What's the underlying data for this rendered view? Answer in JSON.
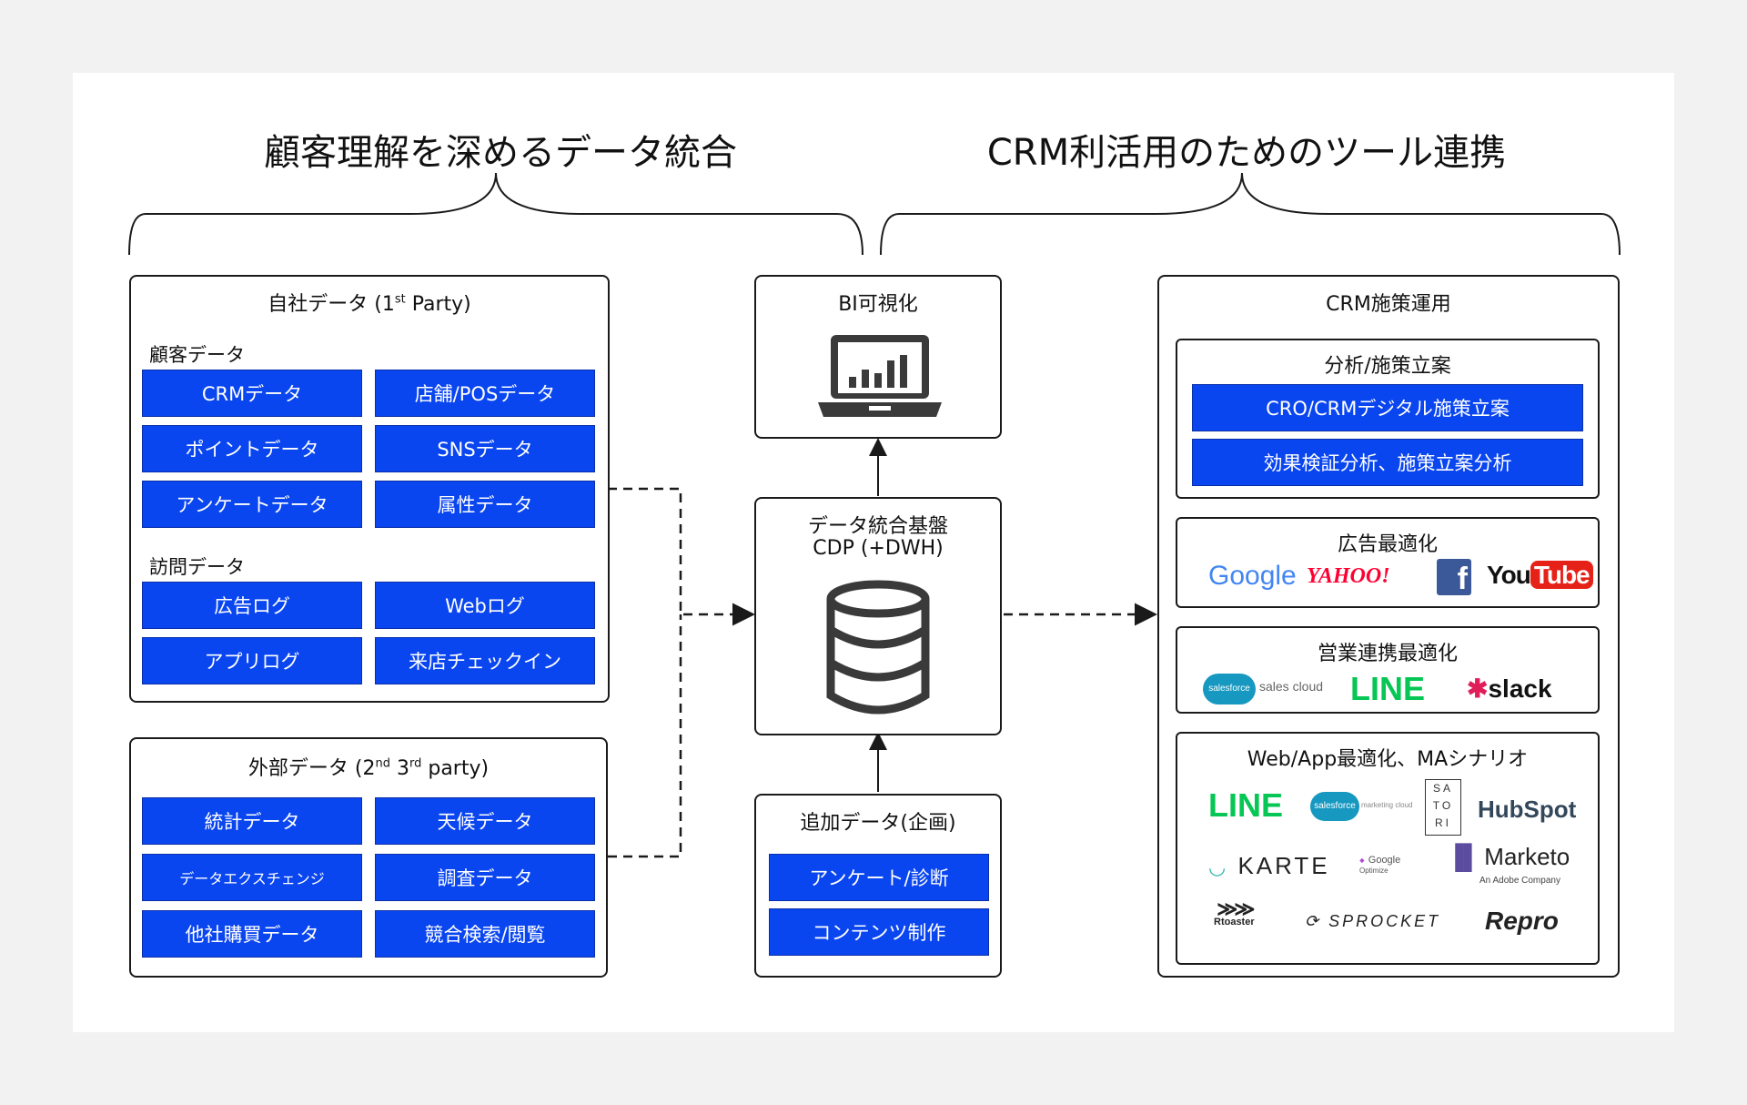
{
  "headings": {
    "left": "顧客理解を深めるデータ統合",
    "right": "CRM利活用のためのツール連携"
  },
  "first_party": {
    "title": "自社データ (1",
    "title_sup": "st",
    "title_end": " Party)",
    "customer_label": "顧客データ",
    "customer_items": [
      "CRMデータ",
      "店舗/POSデータ",
      "ポイントデータ",
      "SNSデータ",
      "アンケートデータ",
      "属性データ"
    ],
    "visit_label": "訪問データ",
    "visit_items": [
      "広告ログ",
      "Webログ",
      "アプリログ",
      "来店チェックイン"
    ]
  },
  "external": {
    "title_a": "外部データ (2",
    "sup1": "nd",
    "title_b": " 3",
    "sup2": "rd",
    "title_c": " party)",
    "items": [
      "統計データ",
      "天候データ",
      "データエクスチェンジ",
      "調査データ",
      "他社購買データ",
      "競合検索/閲覧"
    ]
  },
  "bi": {
    "title": "BI可視化",
    "icon": "laptop-chart-icon"
  },
  "cdp": {
    "title_line1": "データ統合基盤",
    "title_line2": "CDP (+DWH)",
    "icon": "database-icon"
  },
  "additional": {
    "title": "追加データ(企画)",
    "items": [
      "アンケート/診断",
      "コンテンツ制作"
    ]
  },
  "crm": {
    "title": "CRM施策運用",
    "analysis": {
      "title": "分析/施策立案",
      "items": [
        "CRO/CRMデジタル施策立案",
        "効果検証分析、施策立案分析"
      ]
    },
    "ads": {
      "title": "広告最適化",
      "logos": [
        "Google",
        "YAHOO!",
        "f",
        "You",
        "Tube"
      ]
    },
    "sales": {
      "title": "営業連携最適化",
      "logos": [
        "salesforce",
        "sales cloud",
        "LINE",
        "slack"
      ]
    },
    "web": {
      "title": "Web/App最適化、MAシナリオ",
      "logos": {
        "line": "LINE",
        "sf_cloud": "salesforce",
        "sf_sub": "marketing cloud",
        "satori": [
          "SA",
          "TO",
          "RI"
        ],
        "hubspot": "HubSpot",
        "karte": "KARTE",
        "google_optimize": "Google",
        "google_optimize_sub": "Optimize",
        "marketo": "Marketo",
        "marketo_sub": "An Adobe Company",
        "rtoaster": "Rtoaster",
        "sprocket": "SPROCKET",
        "repro": "Repro"
      }
    }
  },
  "colors": {
    "blue_box": "#0a46f0",
    "border": "#1a1a1a",
    "line_green": "#06c755",
    "youtube_red": "#e62117",
    "yahoo_red": "#ff0033",
    "facebook_blue": "#3b5998"
  }
}
